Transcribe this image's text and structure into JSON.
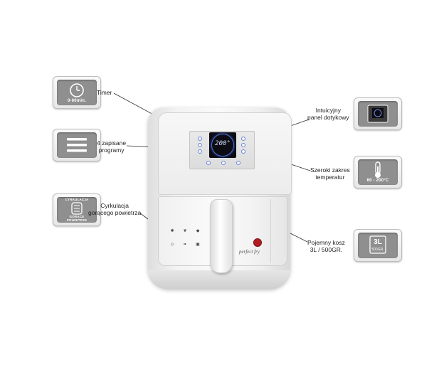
{
  "tiles": {
    "timer": {
      "caption": "0-60min.",
      "icon": "clock-icon"
    },
    "programs": {
      "icon": "menu-lines-icon"
    },
    "airflow": {
      "caption_top": "CYRKULACJA",
      "caption_mid": "GORĄCE",
      "caption_bottom": "POWIETRZE",
      "icon": "hot-air-circulation-icon"
    },
    "panel": {
      "icon": "touch-panel-icon"
    },
    "temperature": {
      "caption": "60 - 200°C",
      "icon": "thermometer-icon"
    },
    "basket": {
      "caption_big": "3L",
      "caption_small": "500GR.",
      "icon": "basket-capacity-icon"
    }
  },
  "callouts": {
    "timer": "Timer",
    "programs_line1": "4 zapisane",
    "programs_line2": "programy",
    "airflow_line1": "Cyrkulacja",
    "airflow_line2": "gorącego powietrza",
    "panel_line1": "Intuicyjny",
    "panel_line2": "panel dotykowy",
    "temperature_line1": "Szeroki zakres",
    "temperature_line2": "temperatur",
    "basket_line1": "Pojemny kosz",
    "basket_line2": "3L / 500GR."
  },
  "device": {
    "display_value": "200°",
    "brand": "perfect fry"
  },
  "colors": {
    "tile_inner": "#8f8f8f",
    "display_ring": "#4a6fd8",
    "brand_badge": "#b31d22"
  }
}
